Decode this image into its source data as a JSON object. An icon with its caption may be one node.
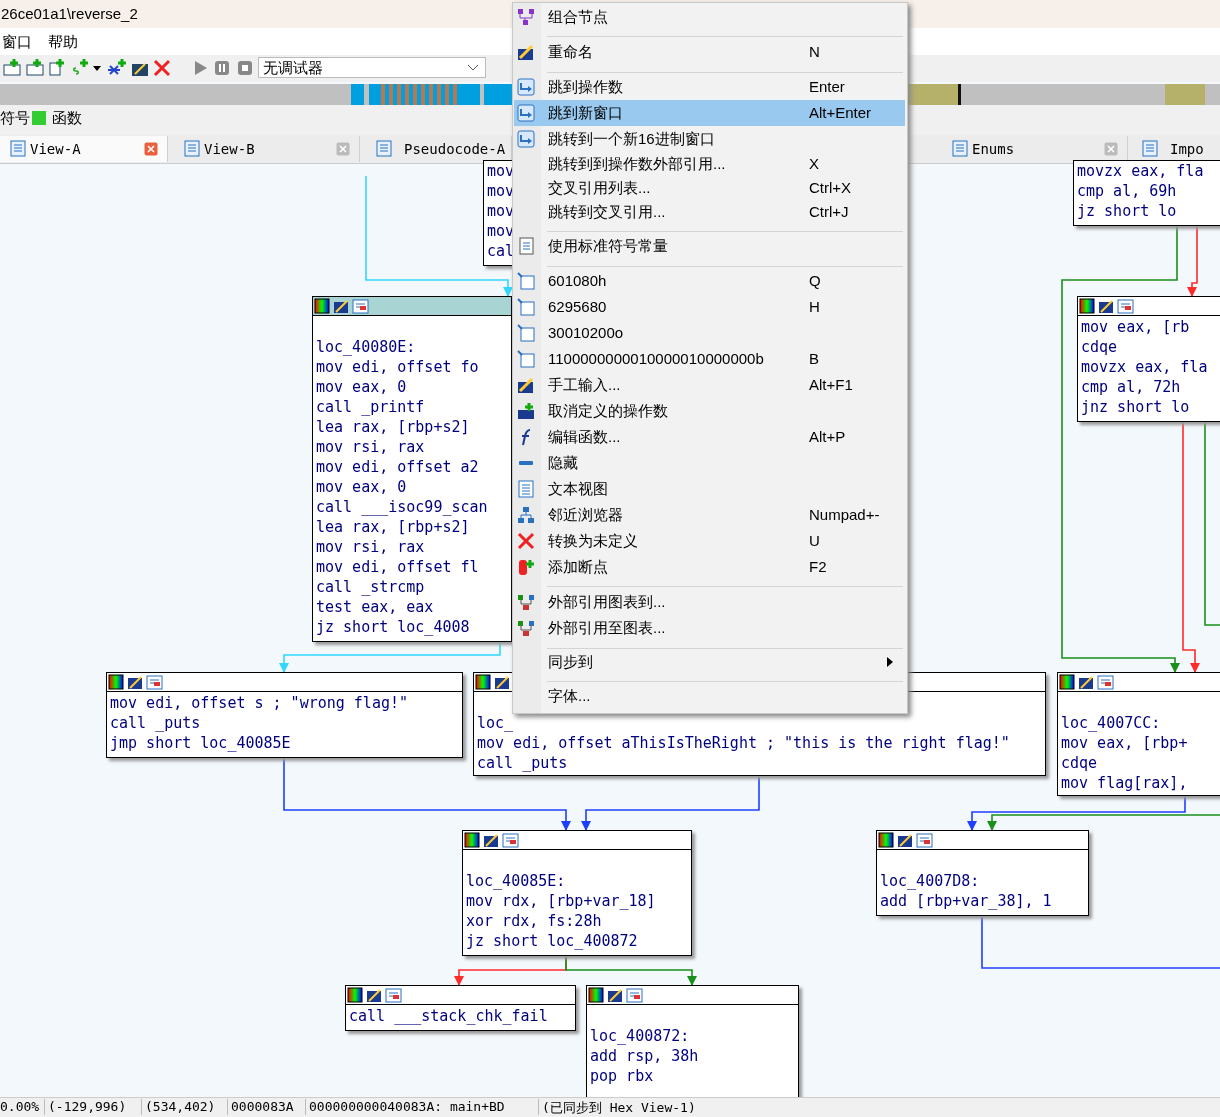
{
  "diagram": {
    "nodes": [
      {
        "text": [
          "mov",
          "mov",
          "mov",
          "mov",
          "cal"
        ]
      },
      {
        "text": [
          "movzx eax, fla",
          "cmp al, 69h",
          "jz short lo"
        ]
      },
      {
        "text": [
          "loc_40080E:",
          "mov edi, offset fo",
          "mov eax, 0",
          "call _printf",
          "lea rax, [rbp+s2]",
          "mov rsi, rax",
          "mov edi, offset a2",
          "mov eax, 0",
          "call ___isoc99_scan",
          "lea rax, [rbp+s2]",
          "mov rsi, rax",
          "mov edi, offset fl",
          "call _strcmp",
          "test eax, eax",
          "jz short loc_4008"
        ]
      },
      {
        "text": [
          "mov eax, [rb",
          "cdqe",
          "movzx eax, fla",
          "cmp al, 72h",
          "jnz short lo"
        ]
      },
      {
        "text": [
          "mov edi, offset s ; \"wrong flag!\"",
          "call _puts",
          "jmp short loc_40085E"
        ]
      },
      {
        "text": [
          "loc_",
          "mov edi, offset aThisIsTheRight ; \"this is the right flag!\"",
          "call _puts"
        ]
      },
      {
        "text": [
          "loc_4007CC:",
          "mov eax, [rbp+",
          "cdqe",
          "mov flag[rax],"
        ]
      },
      {
        "text": [
          "loc_40085E:",
          "mov rdx, [rbp+var_18]",
          "xor rdx, fs:28h",
          "jz short loc_400872"
        ]
      },
      {
        "text": [
          "loc_4007D8:",
          "add [rbp+var_38], 1"
        ]
      },
      {
        "text": [
          "call ___stack_chk_fail"
        ]
      },
      {
        "text": [
          "loc_400872:",
          "add rsp, 38h",
          "pop rbx"
        ]
      }
    ],
    "edges": [
      {
        "from": null,
        "to": 2,
        "arrow": "to",
        "color": "#33d6ff"
      },
      {
        "from": 2,
        "to": 4,
        "arrow": "to",
        "color": "#33d6ff"
      },
      {
        "from": 4,
        "to": 7,
        "arrow": "to",
        "color": "#1f3fff"
      },
      {
        "from": 5,
        "to": 7,
        "arrow": "to",
        "color": "#1f3fff"
      },
      {
        "from": 7,
        "to": 9,
        "arrow": "to",
        "color": "#ff2a2a"
      },
      {
        "from": 7,
        "to": 10,
        "arrow": "to",
        "color": "#1a8f1a"
      },
      {
        "from": 1,
        "to": 3,
        "arrow": "to",
        "color": "#ff2a2a"
      },
      {
        "from": 1,
        "to": 6,
        "arrow": "to",
        "color": "#1a8f1a"
      },
      {
        "from": 3,
        "to": 6,
        "arrow": "to",
        "color": "#ff2a2a"
      },
      {
        "from": 3,
        "to": null,
        "arrow": "none",
        "color": "#1a8f1a"
      },
      {
        "from": 6,
        "to": 8,
        "arrow": "to",
        "color": "#1f3fff"
      },
      {
        "from": null,
        "to": 8,
        "arrow": "to",
        "color": "#1a8f1a"
      },
      {
        "from": 8,
        "to": null,
        "arrow": "none",
        "color": "#1f3fff"
      }
    ],
    "labels": [
      "26ce01a1\\reverse_2",
      "窗口",
      "帮助",
      "无调试器",
      "符号",
      "View-A",
      "View-B",
      "Pseudocode-A",
      "Enums",
      "Impo",
      "组合节点",
      "重命名",
      "N",
      "跳到操作数",
      "Enter",
      "跳到新窗口",
      "Alt+Enter",
      "跳转到一个新16进制窗口",
      "跳转到到操作数外部引用...",
      "X",
      "交叉引用列表...",
      "Ctrl+X",
      "跳转到交叉引用...",
      "Ctrl+J",
      "使用标准符号常量",
      "601080h",
      "Q",
      "6295680",
      "H",
      "30010200o",
      "1100000000010000010000000b",
      "B",
      "手工输入...",
      "Alt+F1",
      "取消定义的操作数",
      "编辑函数...",
      "Alt+P",
      "隐藏",
      "文本视图",
      "邻近浏览器",
      "Numpad+-",
      "转换为未定义",
      "U",
      "添加断点",
      "F2",
      "外部引用图表到...",
      "外部引用至图表...",
      "同步到",
      "字体...",
      "0.00%",
      "(-129,996)",
      "(534,402)",
      "0000083A",
      "000000000040083A: main+BD",
      "(已同步到 Hex View-1)"
    ],
    "legend": [
      {
        "text": "函数",
        "color": "#33cc33"
      }
    ]
  }
}
